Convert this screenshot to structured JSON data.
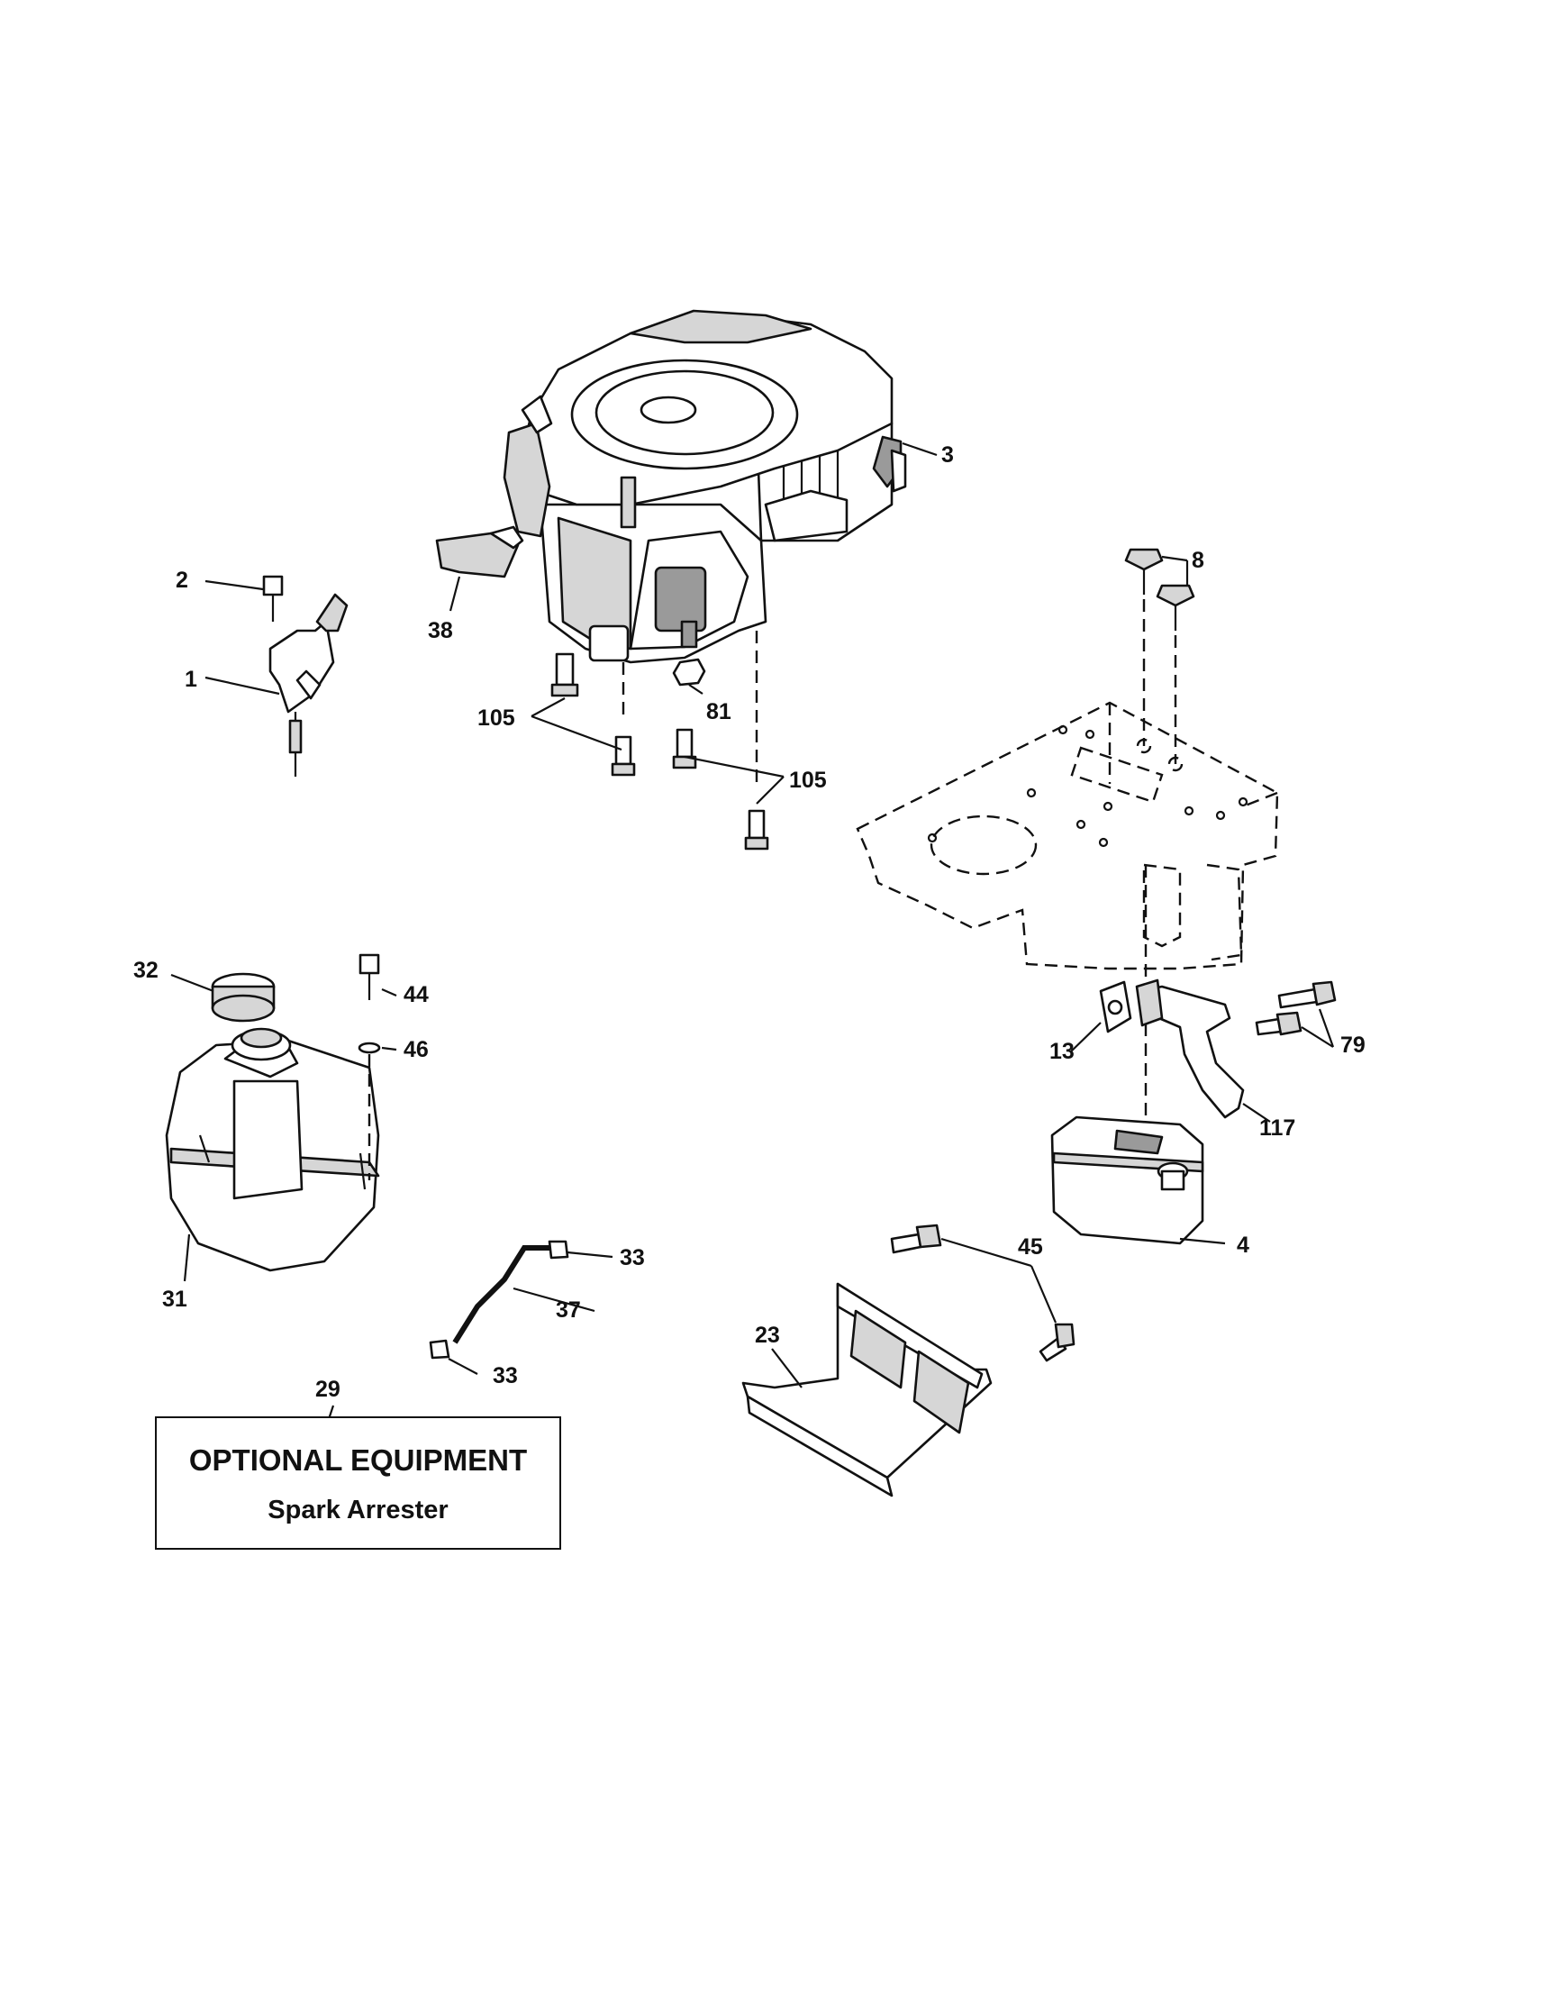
{
  "optional_box": {
    "title": "OPTIONAL EQUIPMENT",
    "subtitle": "Spark Arrester"
  },
  "callouts": {
    "c1": "1",
    "c2": "2",
    "c3": "3",
    "c4": "4",
    "c8": "8",
    "c13": "13",
    "c23": "23",
    "c29": "29",
    "c31": "31",
    "c32": "32",
    "c33a": "33",
    "c33b": "33",
    "c37": "37",
    "c38": "38",
    "c44": "44",
    "c45": "45",
    "c46": "46",
    "c79": "79",
    "c81": "81",
    "c105a": "105",
    "c105b": "105",
    "c117": "117"
  }
}
